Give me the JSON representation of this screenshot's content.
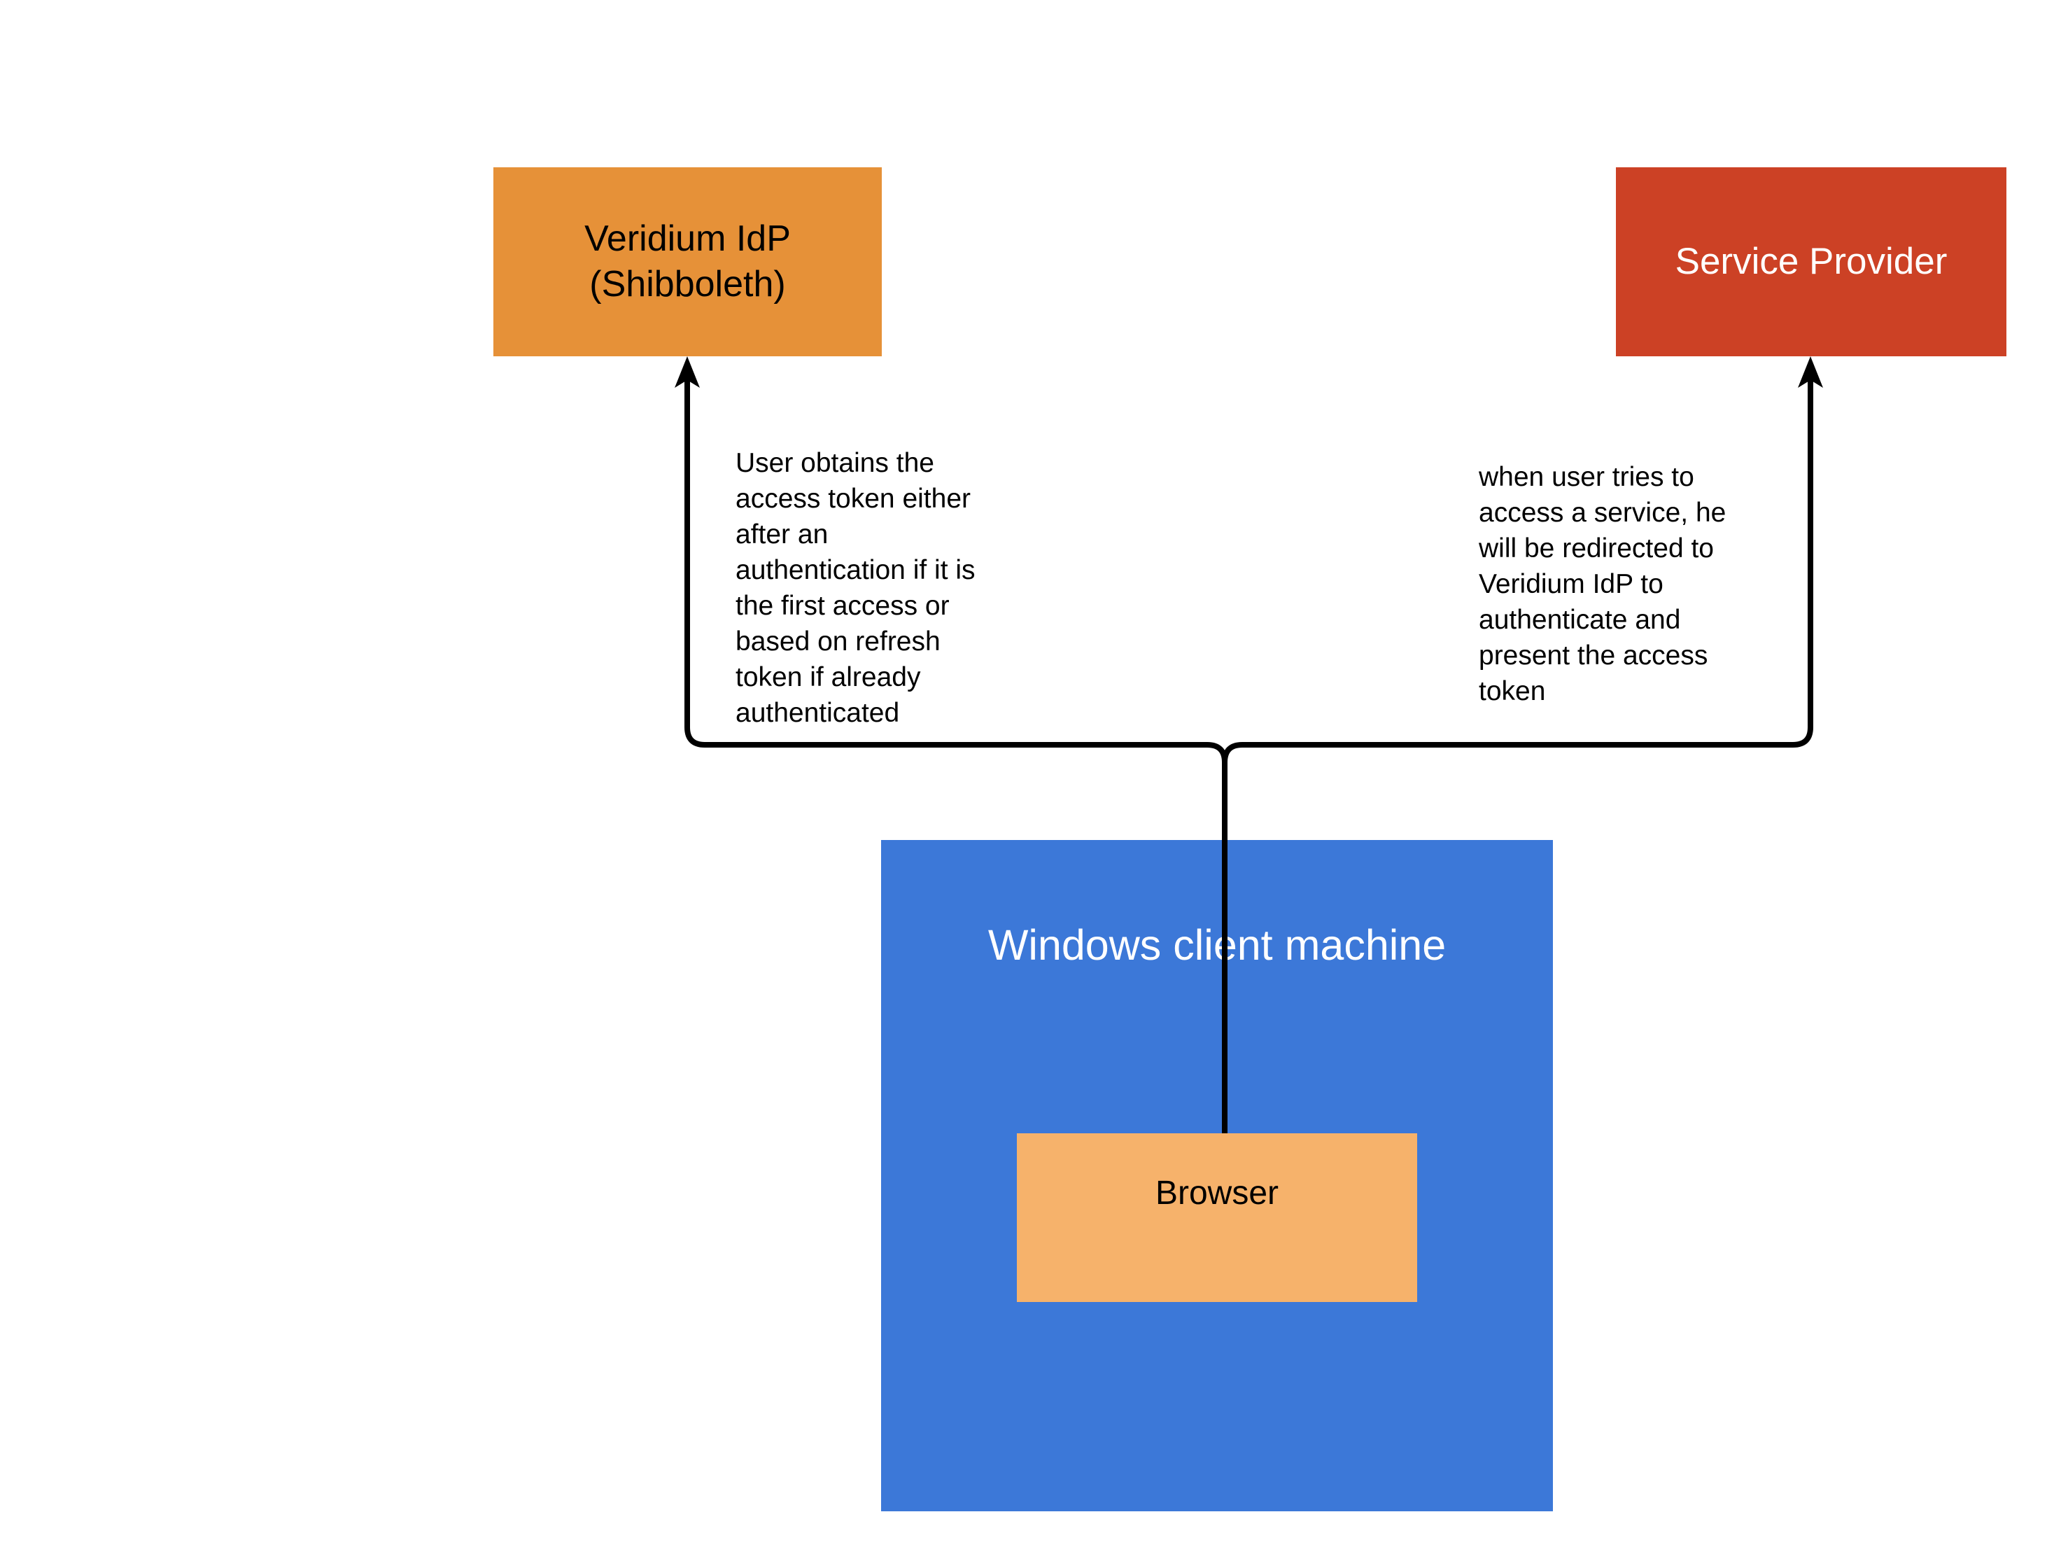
{
  "diagram": {
    "background_color": "#ffffff",
    "connector_color": "#000000",
    "nodes": {
      "idp": {
        "label": "Veridium IdP\n(Shibboleth)",
        "fill": "#e69138",
        "text_color": "#000000"
      },
      "service_provider": {
        "label": "Service Provider",
        "fill": "#cc4125",
        "text_color": "#ffffff"
      },
      "windows_client": {
        "label": "Windows client machine",
        "fill": "#3c78d8",
        "text_color": "#ffffff"
      },
      "browser": {
        "label": "Browser",
        "fill": "#f6b26b",
        "text_color": "#000000"
      }
    },
    "annotations": {
      "left": "User obtains the\naccess token either\nafter an\nauthentication if it is\nthe first access or\nbased on refresh\ntoken if already\nauthenticated",
      "right": "when user tries to\naccess a service, he\nwill be redirected to\nVeridium IdP to\nauthenticate and\npresent the access\ntoken"
    }
  }
}
